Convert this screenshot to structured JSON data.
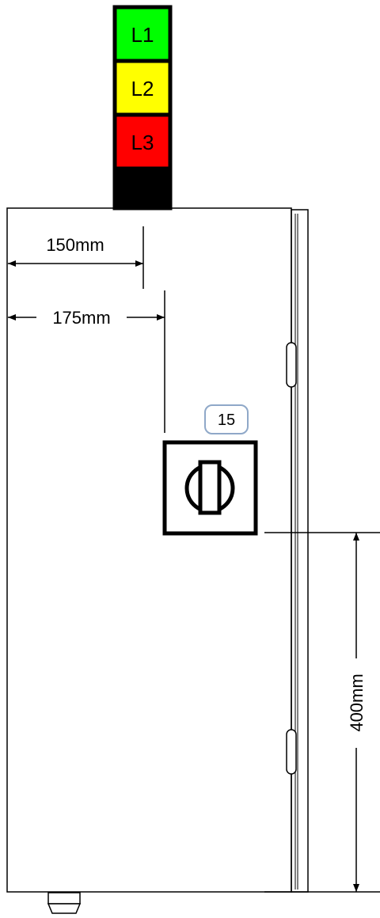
{
  "signal_tower": {
    "lamps": [
      {
        "label": "L1",
        "color": "#00ff00"
      },
      {
        "label": "L2",
        "color": "#ffff00"
      },
      {
        "label": "L3",
        "color": "#ff0000"
      }
    ],
    "base_color": "#000000"
  },
  "dimensions": {
    "horizontal_1": "150mm",
    "horizontal_2": "175mm",
    "vertical_1": "400mm"
  },
  "callout": {
    "label": "15",
    "border_color": "#8fa8c8"
  }
}
